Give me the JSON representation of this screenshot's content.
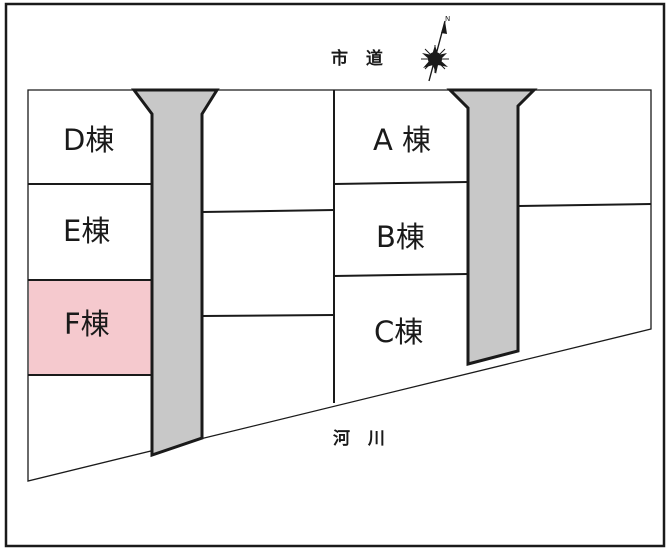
{
  "map": {
    "road_label": "市 道",
    "river_label": "河 川",
    "north_label": "N",
    "highlight_color": "#f5c9ce",
    "driveway_color": "#c8c8c8",
    "lots": [
      {
        "id": "D",
        "label": "D棟",
        "highlighted": false
      },
      {
        "id": "E",
        "label": "E棟",
        "highlighted": false
      },
      {
        "id": "F",
        "label": "F棟",
        "highlighted": true
      },
      {
        "id": "A",
        "label": "A 棟",
        "highlighted": false
      },
      {
        "id": "B",
        "label": "B棟",
        "highlighted": false
      },
      {
        "id": "C",
        "label": "C棟",
        "highlighted": false
      }
    ]
  }
}
